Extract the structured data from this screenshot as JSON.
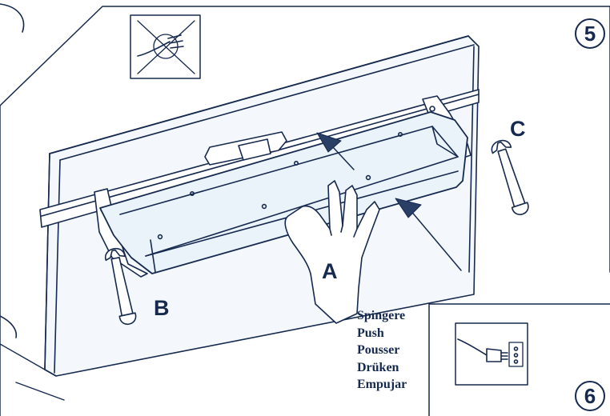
{
  "step_numbers": {
    "current": "5",
    "next": "6"
  },
  "labels": {
    "a": "A",
    "b": "B",
    "c": "C"
  },
  "push_words": [
    "Spingere",
    "Push",
    "Pousser",
    "Drüken",
    "Empujar"
  ],
  "icons": {
    "warning": "unplugged-plug-crossed-icon",
    "plug_in": "plug-into-socket-icon"
  },
  "colors": {
    "ink": "#16294e",
    "panel_tint": "#f1f6fb",
    "unit_tint": "#eaf2fa"
  }
}
